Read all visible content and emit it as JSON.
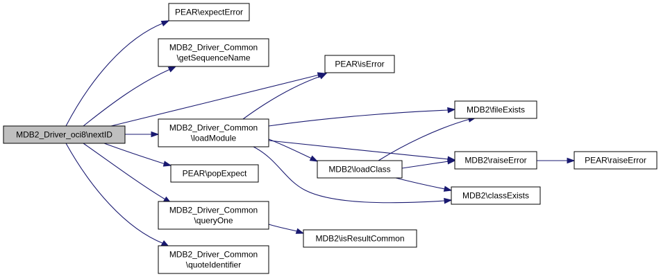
{
  "graph": {
    "nodes": [
      {
        "id": "nextID",
        "lines": [
          "MDB2_Driver_oci8\\nextID"
        ],
        "root": true
      },
      {
        "id": "expectError",
        "lines": [
          "PEAR\\expectError"
        ]
      },
      {
        "id": "getSequenceName",
        "lines": [
          "MDB2_Driver_Common",
          "\\getSequenceName"
        ]
      },
      {
        "id": "isError",
        "lines": [
          "PEAR\\isError"
        ]
      },
      {
        "id": "loadModule",
        "lines": [
          "MDB2_Driver_Common",
          "\\loadModule"
        ]
      },
      {
        "id": "popExpect",
        "lines": [
          "PEAR\\popExpect"
        ]
      },
      {
        "id": "queryOne",
        "lines": [
          "MDB2_Driver_Common",
          "\\queryOne"
        ]
      },
      {
        "id": "quoteIdentifier",
        "lines": [
          "MDB2_Driver_Common",
          "\\quoteIdentifier"
        ]
      },
      {
        "id": "fileExists",
        "lines": [
          "MDB2\\fileExists"
        ]
      },
      {
        "id": "loadClass",
        "lines": [
          "MDB2\\loadClass"
        ]
      },
      {
        "id": "raiseErrorMDB2",
        "lines": [
          "MDB2\\raiseError"
        ]
      },
      {
        "id": "classExists",
        "lines": [
          "MDB2\\classExists"
        ]
      },
      {
        "id": "isResultCommon",
        "lines": [
          "MDB2\\isResultCommon"
        ]
      },
      {
        "id": "raiseErrorPEAR",
        "lines": [
          "PEAR\\raiseError"
        ]
      }
    ],
    "edges": [
      {
        "from": "nextID",
        "to": "expectError"
      },
      {
        "from": "nextID",
        "to": "getSequenceName"
      },
      {
        "from": "nextID",
        "to": "isError"
      },
      {
        "from": "nextID",
        "to": "loadModule"
      },
      {
        "from": "nextID",
        "to": "popExpect"
      },
      {
        "from": "nextID",
        "to": "queryOne"
      },
      {
        "from": "nextID",
        "to": "quoteIdentifier"
      },
      {
        "from": "loadModule",
        "to": "isError"
      },
      {
        "from": "loadModule",
        "to": "fileExists"
      },
      {
        "from": "loadModule",
        "to": "loadClass"
      },
      {
        "from": "loadModule",
        "to": "raiseErrorMDB2"
      },
      {
        "from": "loadModule",
        "to": "classExists"
      },
      {
        "from": "loadClass",
        "to": "fileExists"
      },
      {
        "from": "loadClass",
        "to": "raiseErrorMDB2"
      },
      {
        "from": "loadClass",
        "to": "classExists"
      },
      {
        "from": "raiseErrorMDB2",
        "to": "raiseErrorPEAR"
      },
      {
        "from": "queryOne",
        "to": "isResultCommon"
      }
    ],
    "colors": {
      "edge": "#191970",
      "root_fill": "#bfbfbf",
      "node_fill": "#ffffff",
      "border": "#000000"
    }
  }
}
